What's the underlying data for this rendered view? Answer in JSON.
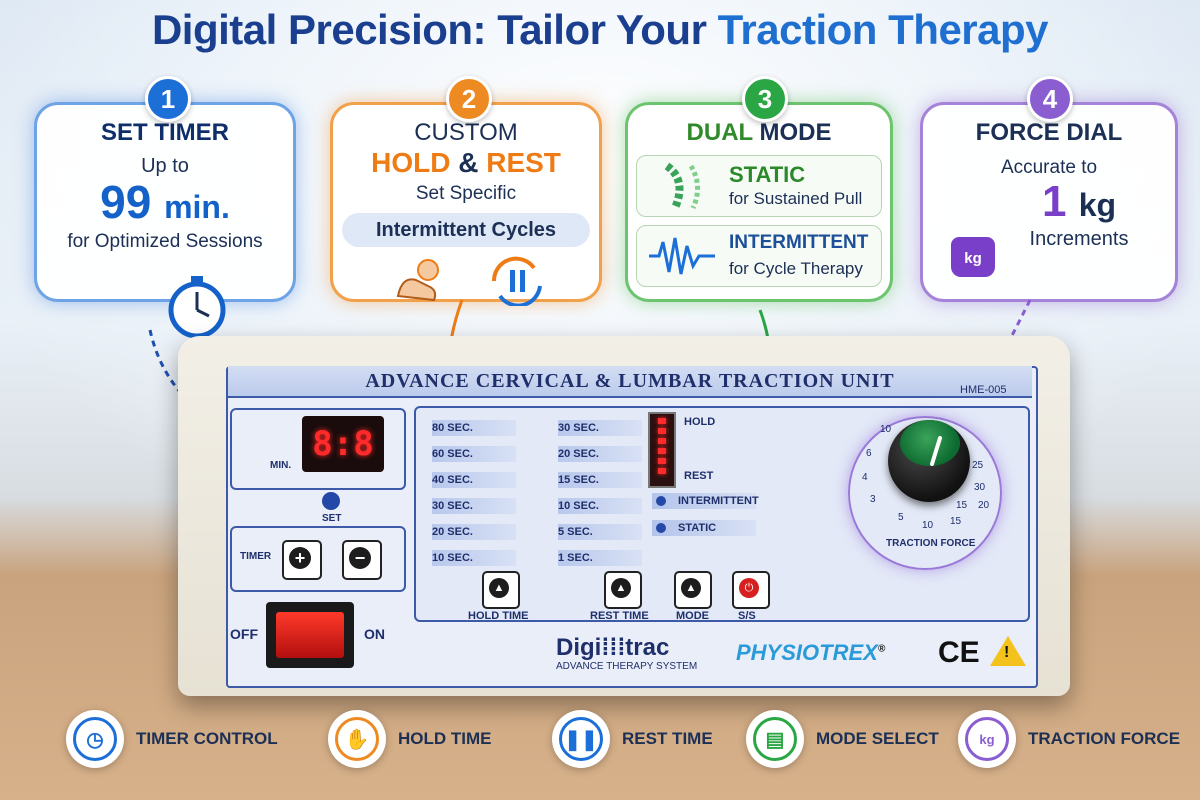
{
  "title": {
    "main": "Digital Precision: Tailor Your",
    "highlight": "Traction Therapy"
  },
  "cards": {
    "c1": {
      "num": "1",
      "title": "SET TIMER",
      "line1": "Up to",
      "big": "99",
      "big_unit": "min.",
      "line2": "for Optimized Sessions"
    },
    "c2": {
      "num": "2",
      "title": "CUSTOM",
      "hold": "HOLD",
      "amp": "&",
      "rest": "REST",
      "line1": "Set Specific",
      "pill": "Intermittent Cycles"
    },
    "c3": {
      "num": "3",
      "title_a": "DUAL",
      "title_b": "MODE",
      "m1_title": "STATIC",
      "m1_sub": "for Sustained Pull",
      "m2_title": "INTERMITTENT",
      "m2_sub": "for Cycle Therapy"
    },
    "c4": {
      "num": "4",
      "title": "FORCE DIAL",
      "line1": "Accurate to",
      "big": "1",
      "big_unit": "kg",
      "line2": "Increments",
      "kg_badge": "kg"
    }
  },
  "device": {
    "panel_title": "ADVANCE CERVICAL & LUMBAR TRACTION UNIT",
    "model": "HME-005",
    "display": "8:8",
    "min_label": "MIN.",
    "set_label": "SET",
    "timer_label": "TIMER",
    "plus": "+",
    "minus": "−",
    "hold_rows": [
      "80 SEC.",
      "60 SEC.",
      "40 SEC.",
      "30 SEC.",
      "20 SEC.",
      "10 SEC."
    ],
    "rest_rows": [
      "30 SEC.",
      "20 SEC.",
      "15 SEC.",
      "10 SEC.",
      "5 SEC.",
      "1 SEC."
    ],
    "hold_label": "HOLD",
    "rest_label": "REST",
    "mode_intermittent": "INTERMITTENT",
    "mode_static": "STATIC",
    "btn_hold": "HOLD TIME",
    "btn_rest": "REST TIME",
    "btn_mode": "MODE",
    "btn_ss": "S/S",
    "dial_ticks": [
      "10",
      "6",
      "4",
      "3",
      "5",
      "10",
      "15",
      "30",
      "25",
      "20",
      "15"
    ],
    "dial_label": "TRACTION FORCE",
    "off": "OFF",
    "on": "ON",
    "brand": "Digi⁞⁞⁞trac",
    "brand_sub": "ADVANCE THERAPY SYSTEM",
    "phys": "PHYSIOTREX",
    "phys_mark": "®",
    "ce": "CE",
    "warn": "!"
  },
  "bottom": [
    {
      "label": "TIMER CONTROL",
      "icon": "clock-icon",
      "color": "#1d6fd8"
    },
    {
      "label": "HOLD TIME",
      "icon": "hand-icon",
      "color": "#ee8a22"
    },
    {
      "label": "REST TIME",
      "icon": "pause-icon",
      "color": "#1d6fd8"
    },
    {
      "label": "MODE SELECT",
      "icon": "document-icon",
      "color": "#2aa644"
    },
    {
      "label": "TRACTION FORCE",
      "icon": "weight-icon",
      "color": "#8a5ed0"
    }
  ]
}
